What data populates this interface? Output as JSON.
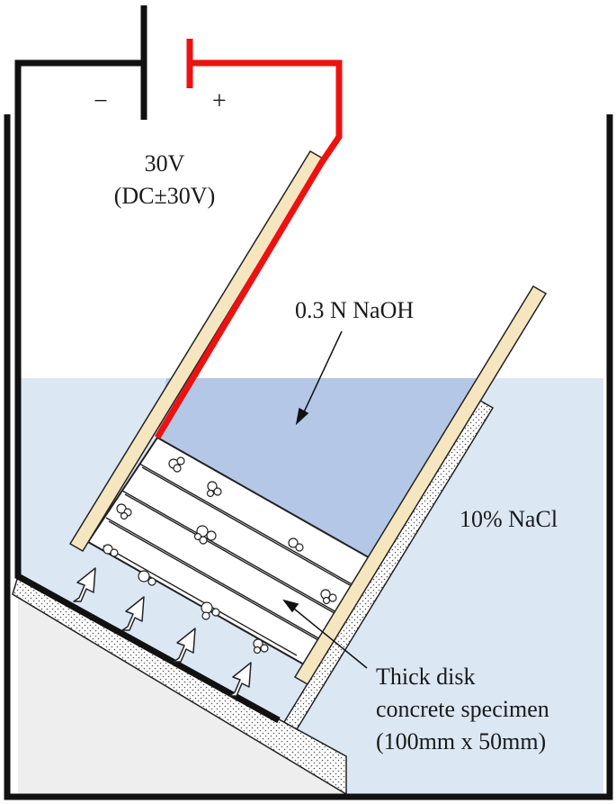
{
  "labels": {
    "minus": "−",
    "plus": "+",
    "voltage": "30V",
    "voltage_range": "(DC±30V)",
    "naoh": "0.3 N NaOH",
    "nacl": "10% NaCl",
    "specimen_line1": "Thick disk",
    "specimen_line2": "concrete specimen",
    "specimen_line3": "(100mm x 50mm)"
  },
  "colors": {
    "nacl_solution": "#dce7f4",
    "naoh_solution": "#b4c7e6",
    "wire_negative": "#111111",
    "wire_positive": "#ee1111",
    "cell_wall": "#f5e6c0"
  }
}
